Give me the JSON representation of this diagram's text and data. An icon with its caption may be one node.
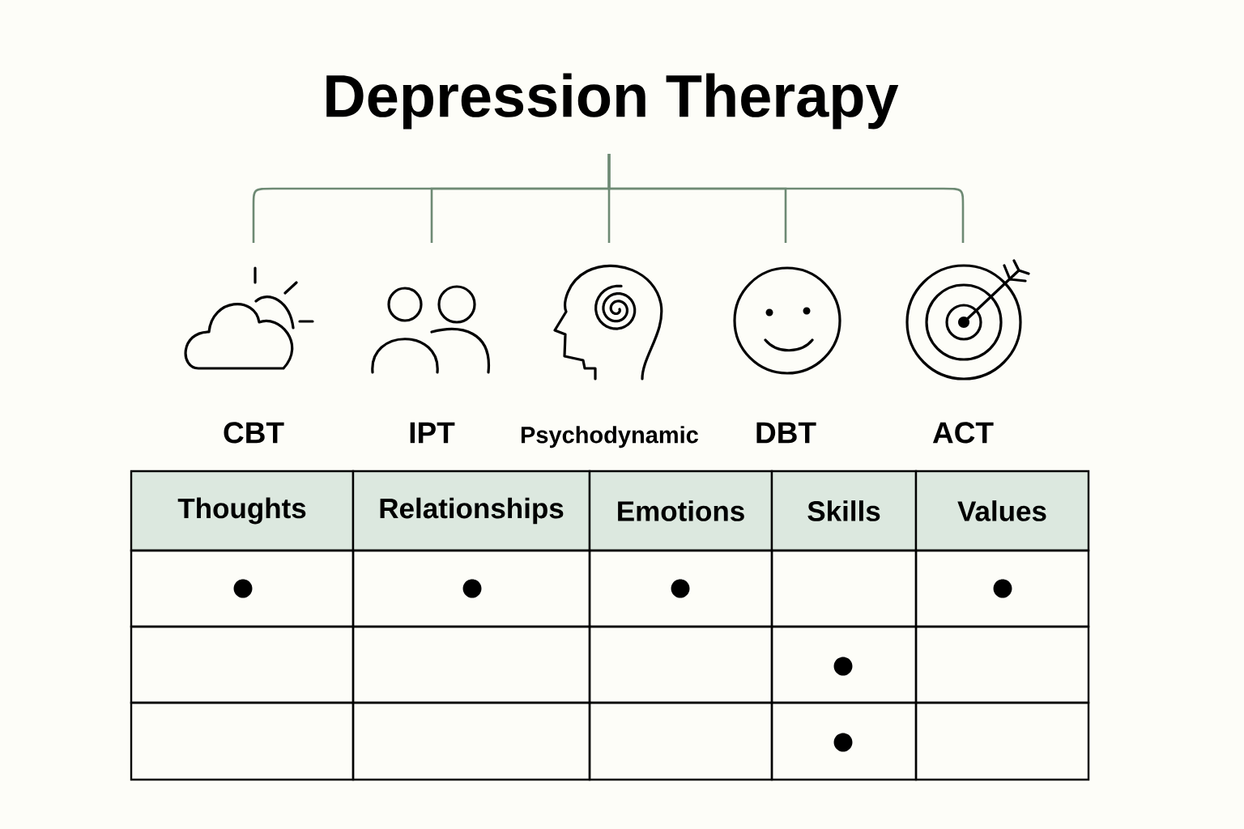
{
  "diagram": {
    "title": "Depression Therapy",
    "nodes": [
      {
        "text": [
          "CBT"
        ]
      },
      {
        "text": [
          "IPT"
        ]
      },
      {
        "text": [
          "Psychodynamic"
        ]
      },
      {
        "text": [
          "DBT"
        ]
      },
      {
        "text": [
          "ACT"
        ]
      }
    ],
    "edges": [
      {
        "from": null,
        "to": 0,
        "arrow": "none"
      },
      {
        "from": null,
        "to": 1,
        "arrow": "none"
      },
      {
        "from": null,
        "to": 2,
        "arrow": "none"
      },
      {
        "from": null,
        "to": 3,
        "arrow": "none"
      },
      {
        "from": null,
        "to": 4,
        "arrow": "none"
      }
    ],
    "labels": [
      "Thoughts",
      "Relationships",
      "Emotions",
      "Skills",
      "Values",
      "●",
      "●",
      "●",
      "●",
      "●",
      "●"
    ]
  }
}
